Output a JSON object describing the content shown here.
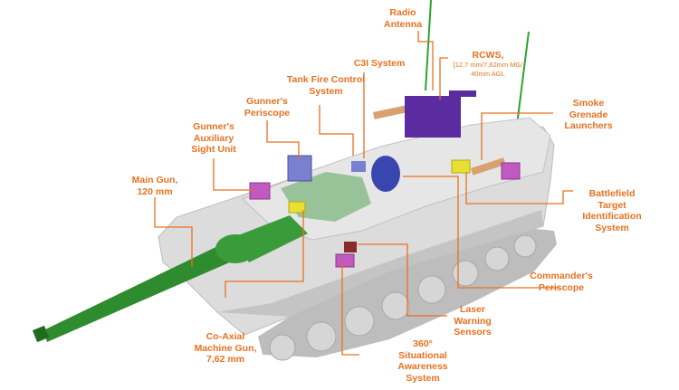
{
  "labels": {
    "radio_antenna": "Radio\nAntenna",
    "rcws_title": "RCWS,",
    "rcws_detail": "[12,7 mm/7,62mm MG/\n40mm AGL",
    "c3i_system": "C3I System",
    "tank_fire_control": "Tank Fire Control\nSystem",
    "gunners_periscope": "Gunner's\nPeriscope",
    "gunners_aux_sight": "Gunner's\nAuxiliary\nSight Unit",
    "main_gun": "Main Gun,\n120 mm",
    "smoke_grenade": "Smoke\nGrenade\nLaunchers",
    "battlefield_target": "Battlefield\nTarget\nIdentification\nSystem",
    "commanders_periscope": "Commander's\nPeriscope",
    "laser_warning": "Laser\nWarning\nSensors",
    "situational_awareness": "360°\nSituational\nAwareness\nSystem",
    "coaxial_mg": "Co-Axial\nMachine Gun,\n7,62 mm"
  },
  "colors": {
    "label_text": "#e8711f",
    "leader_line": "#e8711f",
    "hull": "#dcdcdc",
    "hull_shade": "#c4c4c4",
    "gun": "#2e8b2e",
    "rcws": "#5a2ca0",
    "subsystem_blue": "#3a46b0",
    "antenna": "#2ea32e",
    "sensor_magenta": "#c05ac0",
    "sensor_yellow": "#e8e030"
  }
}
